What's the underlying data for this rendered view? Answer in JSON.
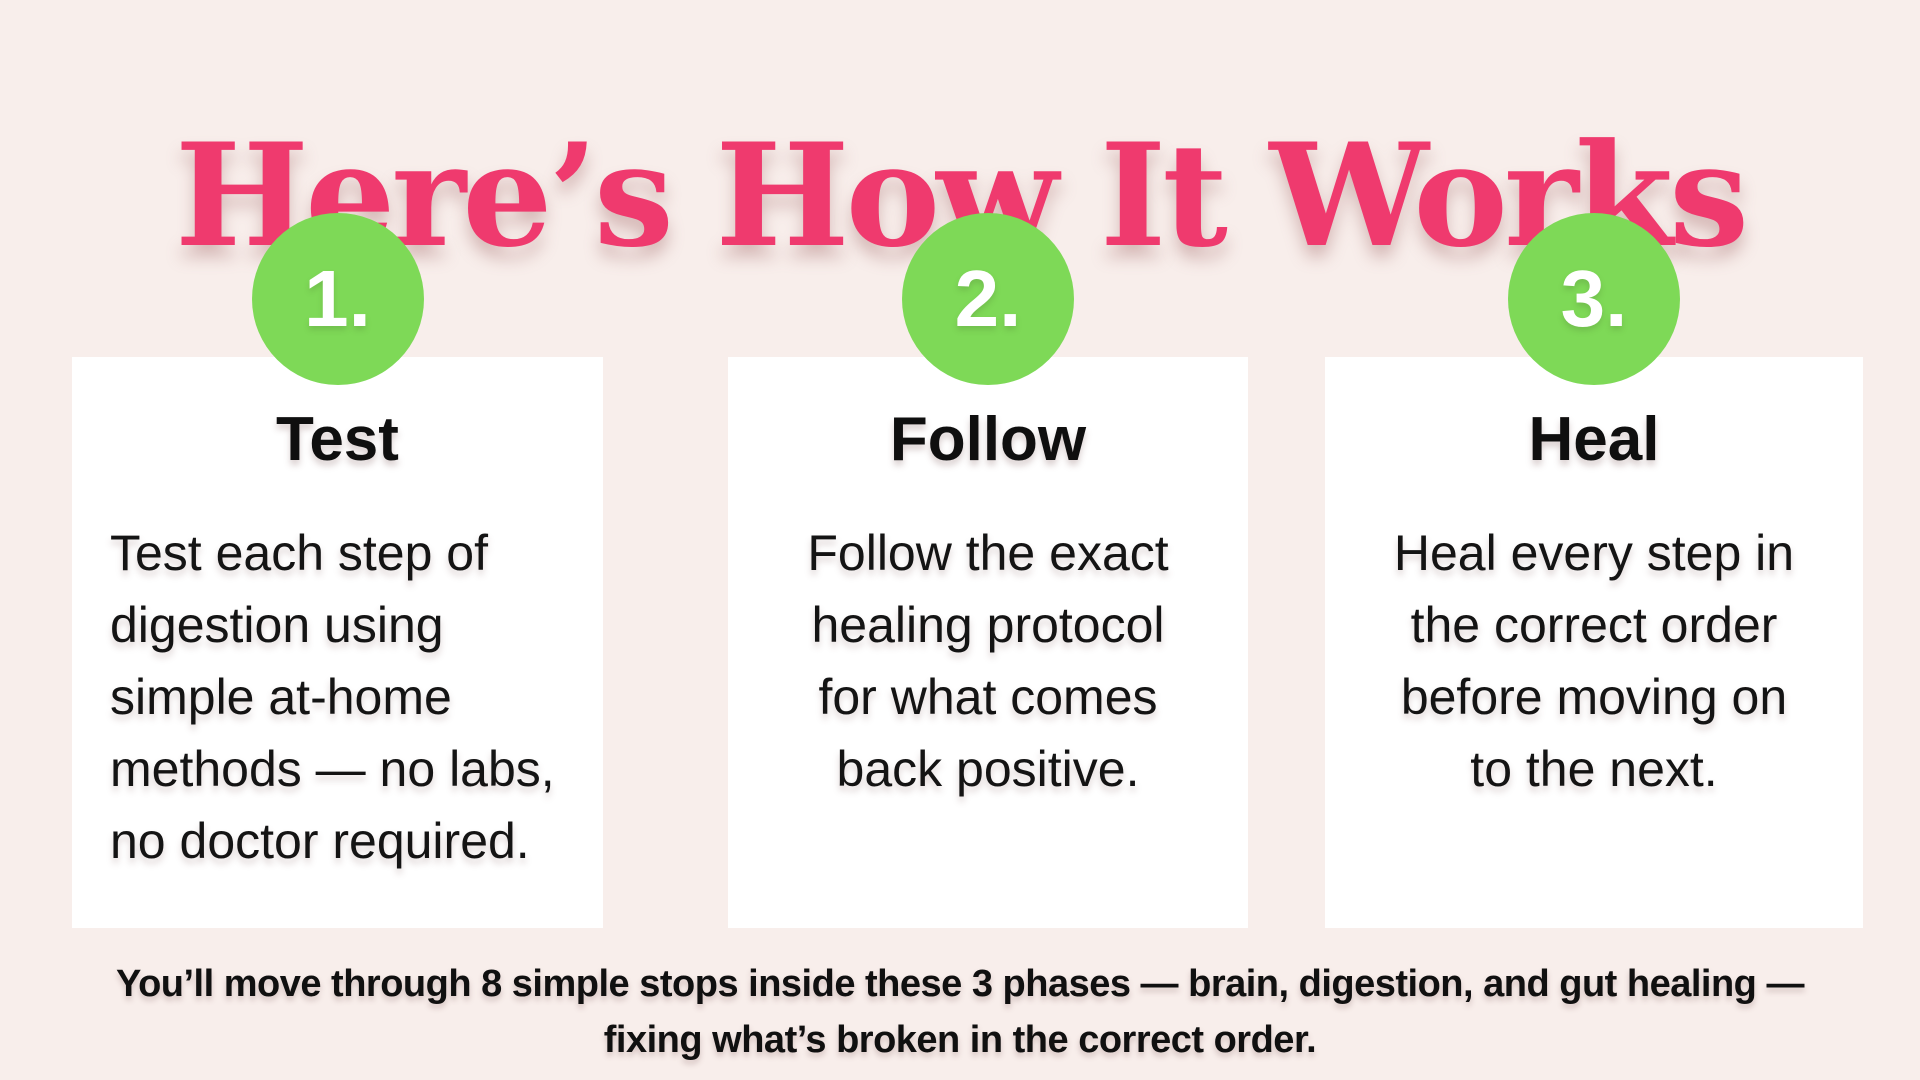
{
  "title": "Here’s How It Works",
  "colors": {
    "background": "#F8EEEB",
    "accent_pink": "#EF3A6E",
    "accent_green": "#7ED957",
    "card": "#FFFFFF",
    "text": "#101010"
  },
  "steps": [
    {
      "number": "1.",
      "heading": "Test",
      "body": "Test each step of\ndigestion using\nsimple at-home\nmethods — no labs,\nno doctor required."
    },
    {
      "number": "2.",
      "heading": "Follow",
      "body": "Follow the exact\nhealing protocol\nfor what comes\nback positive."
    },
    {
      "number": "3.",
      "heading": "Heal",
      "body": "Heal every step in\nthe correct order\nbefore moving on\nto the next."
    }
  ],
  "footer": {
    "line1": "You’ll move through 8 simple stops inside these 3 phases — brain, digestion, and gut healing —",
    "line2": "fixing what’s broken in the correct order."
  }
}
